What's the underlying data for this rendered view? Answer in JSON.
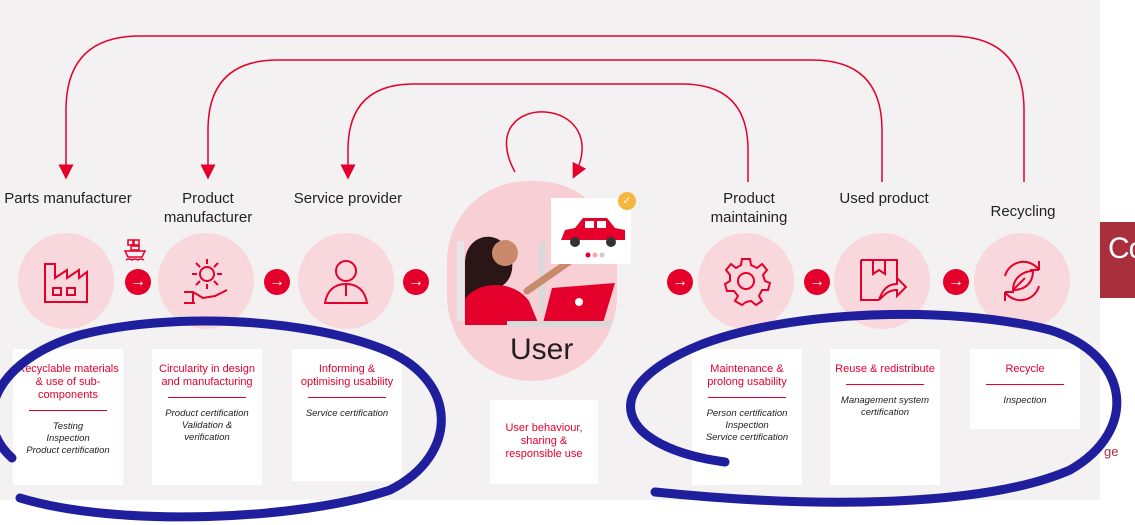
{
  "stages": [
    {
      "name": "Parts manufacturer",
      "icon": "factory-icon",
      "card_title": "Recyclable materials & use of sub-components",
      "services": [
        "Testing",
        "Inspection",
        "Product certification"
      ]
    },
    {
      "name": "Product manufacturer",
      "icon": "hand-gear-icon",
      "card_title": "Circularity in design and manufacturing",
      "services": [
        "Product certification",
        "Validation & verification"
      ]
    },
    {
      "name": "Service provider",
      "icon": "person-icon",
      "card_title": "Informing & optimising usability",
      "services": [
        "Service certification"
      ]
    },
    {
      "name": "Product maintaining",
      "icon": "gear-icon",
      "card_title": "Maintenance & prolong usability",
      "services": [
        "Person certification",
        "Inspection",
        "Service certification"
      ]
    },
    {
      "name": "Used product",
      "icon": "box-arrow-icon",
      "card_title": "Reuse & redistribute",
      "services": [
        "Management system certification"
      ]
    },
    {
      "name": "Recycling",
      "icon": "recycle-leaf-icon",
      "card_title": "Recycle",
      "services": [
        "Inspection"
      ]
    }
  ],
  "user": {
    "label": "User",
    "card_text": "User behaviour, sharing & responsible use"
  },
  "side": {
    "bar_text": "Co",
    "fragment": "ge"
  },
  "colors": {
    "accent": "#e4002b",
    "circle": "#f8d8dc",
    "annotation": "#1f1f9e",
    "background": "#f4f1f2"
  }
}
